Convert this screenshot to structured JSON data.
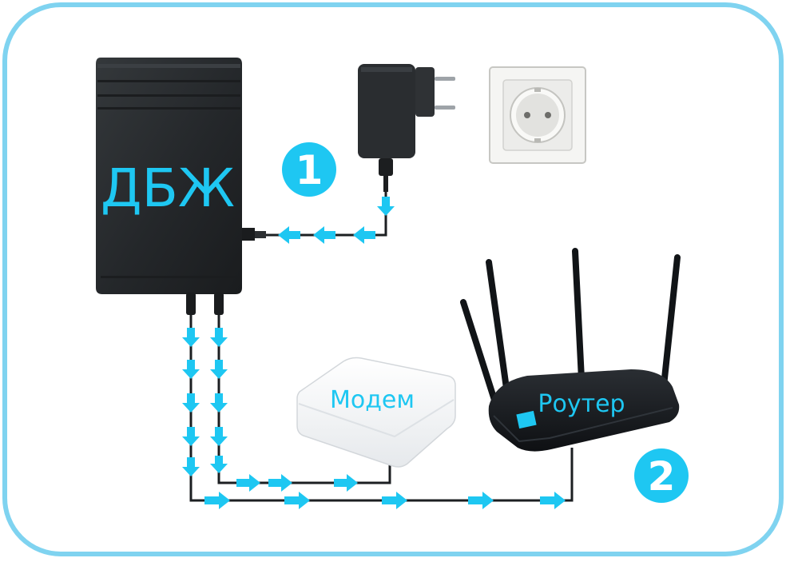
{
  "labels": {
    "ups": "ДБЖ",
    "modem": "Модем",
    "router": "Роутер",
    "step1": "1",
    "step2": "2"
  },
  "colors": {
    "frame": "#7fd3f0",
    "background": "#ffffff",
    "accent": "#1ec7f2",
    "ups_body": "#26292b",
    "device_dark": "#111417",
    "modem_white": "#f7f8f9"
  },
  "icons": {
    "ups": "ups-device",
    "adapter": "power-adapter",
    "socket": "wall-socket",
    "modem": "wifi-modem",
    "router": "wifi-router",
    "arrow": "flow-arrow"
  }
}
